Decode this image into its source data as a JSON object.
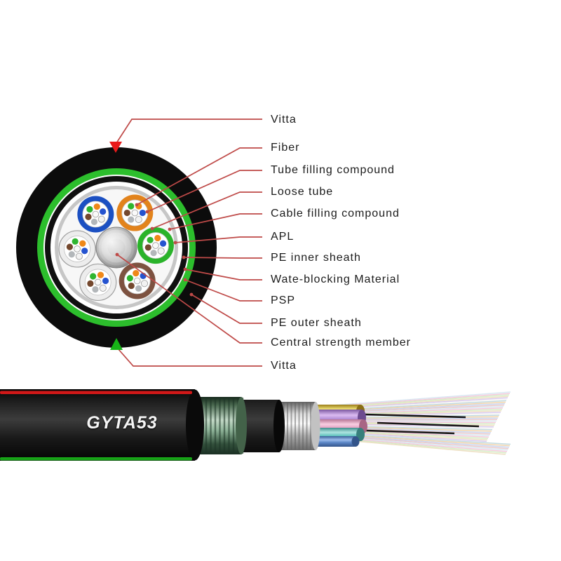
{
  "product": {
    "model": "GYTA53"
  },
  "labels": [
    "Vitta",
    "Fiber",
    "Tube filling compound",
    "Loose tube",
    "Cable filling compound",
    "APL",
    "PE inner sheath",
    "Wate-blocking Material",
    "PSP",
    "PE outer sheath",
    "Central strength member",
    "Vitta"
  ],
  "colors": {
    "leader_line": "#bf4a48",
    "arrow_top": "#e81a1a",
    "arrow_bottom": "#17b417",
    "psp_ring_green": "#2cbe2c",
    "stripe_red": "#d11818",
    "stripe_green": "#17a317",
    "sheath_black": "#0c0c0c",
    "inner_sheath_black": "#101010",
    "apl_gray": "#c6c6c6"
  },
  "cross_section": {
    "fiber_colors": [
      "#2553cf",
      "#ef8818",
      "#2fb52f",
      "#74482e",
      "#b3b7ba",
      "#f2f2f2"
    ],
    "tubes": [
      {
        "name": "loose-tube-blue",
        "angle": 122,
        "rot": 20,
        "ring": "#1c50c2",
        "gray": false
      },
      {
        "name": "loose-tube-orange",
        "angle": 62,
        "rot": 0,
        "ring": "#e2831c",
        "gray": false
      },
      {
        "name": "loose-tube-green",
        "angle": 3,
        "rot": 15,
        "ring": "#2ab32a",
        "gray": false
      },
      {
        "name": "loose-tube-brown",
        "angle": 302,
        "rot": 40,
        "ring": "#7d5240",
        "gray": false
      },
      {
        "name": "loose-tube-white-1",
        "angle": 242,
        "rot": 10,
        "ring": "#ededed",
        "gray": true
      },
      {
        "name": "loose-tube-white-2",
        "angle": 182,
        "rot": -15,
        "ring": "#ededed",
        "gray": true
      }
    ]
  },
  "cable3d": {
    "fan_palette": [
      "#d9e7f2",
      "#f3c9db",
      "#d6edc6",
      "#eddfc2",
      "#d9c9ee",
      "#f5f5f5",
      "#c2dade",
      "#f1d4ab",
      "#cbd6f1",
      "#eac9c9"
    ],
    "tube_colors": [
      "#e6cf4a",
      "#b58cd6",
      "#eaaccd",
      "#66c9c4",
      "#5b8bd0"
    ],
    "black_strand": "#161616"
  }
}
